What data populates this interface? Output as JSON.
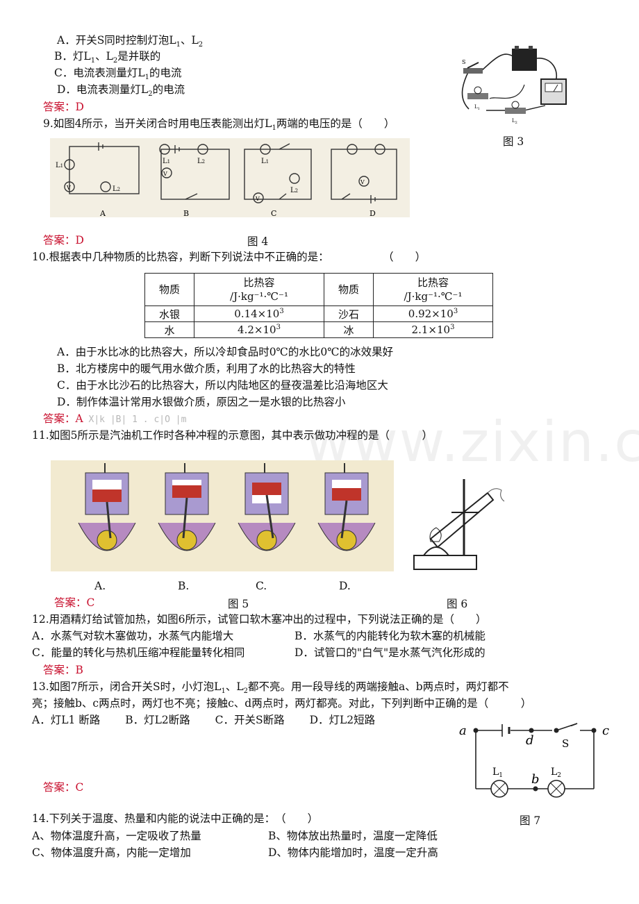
{
  "q8": {
    "a": "A．开关S同时控制灯泡L",
    "a_mid": "、L",
    "b": "B．灯L",
    "b_mid": "、L",
    "b_end": "是并联的",
    "c": "C．电流表测量灯L",
    "c_end": "的电流",
    "d": "D．电流表测量灯L",
    "d_end": "的电流",
    "answer": "答案：D"
  },
  "subs": {
    "one": "1",
    "two": "2"
  },
  "fig3": {
    "caption": "图 3",
    "label_s": "S",
    "label_l1": "L",
    "label_l2": "L"
  },
  "q9": {
    "text": "9.如图4所示，当开关闭合时用电压表能测出灯L",
    "text_end": "两端的电压的是（　　）",
    "labels": [
      "A",
      "B",
      "C",
      "D"
    ],
    "answer": "答案：D",
    "caption": "图 4",
    "l1": "L",
    "l2": "L",
    "v": "V"
  },
  "q10": {
    "text": "10.根据表中几种物质的比热容，判断下列说法中不正确的是：　　　　　　（　　）",
    "table": {
      "h1": "物质",
      "h2a": "比热容",
      "h2b": "/J·kg⁻¹·℃⁻¹",
      "r1": [
        "水银",
        "0.14×10",
        "沙石",
        "0.92×10"
      ],
      "r2": [
        "水",
        "4.2×10",
        "冰",
        "2.1×10"
      ],
      "exp": "3"
    },
    "a": "A．由于水比冰的比热容大，所以冷却食品时0℃的水比0℃的冰效果好",
    "b": "B．北方楼房中的暖气用水做介质，利用了水的比热容大的特性",
    "c": "C．由于水比沙石的比热容大，所以内陆地区的昼夜温差比沿海地区大",
    "d": "D．制作体温计常用水银做介质，原因之一是水银的比热容小",
    "answer": "答案：A",
    "noise": " X|k  |B|  1 . c|O |m"
  },
  "q11": {
    "text": "11.如图5所示是汽油机工作时各种冲程的示意图，其中表示做功冲程的是（　　　）",
    "labels": [
      "A.",
      "B.",
      "C.",
      "D."
    ],
    "answer": "答案：C",
    "caption5": "图 5",
    "caption6": "图 6"
  },
  "q12": {
    "text": "12.用酒精灯给试管加热，如图6所示，试管口软木塞冲出的过程中，下列说法正确的是（　　）",
    "a": "A．水蒸气对软木塞做功，水蒸气内能增大",
    "b": "B．水蒸气的内能转化为软木塞的机械能",
    "c": "C．能量的转化与热机压缩冲程能量转化相同",
    "d": "D．试管口的\"白气\"是水蒸气汽化形成的",
    "answer": "答案：B"
  },
  "q13": {
    "text1": "13.如图7所示，闭合开关S时，小灯泡L",
    "text1b": "、L",
    "text1c": "都不亮。用一段导线的两端接触a、b两点时，两灯都不",
    "text2": "亮；接触b、c两点时，两灯也不亮；接触c、d两点时，两灯都亮。对此，下列判断中正确的是（　　　）",
    "opts": "A．灯L1 断路　　 B．灯L2断路　　 C．开关S断路　　 D．灯L2短路",
    "answer": "答案：C",
    "caption": "图 7",
    "pts": {
      "a": "a",
      "b": "b",
      "c": "c",
      "d": "d",
      "s": "S",
      "l1": "L",
      "l2": "L"
    }
  },
  "q14": {
    "text": "14.下列关于温度、热量和内能的说法中正确的是：　（　　）",
    "a": "A、物体温度升高，一定吸收了热量",
    "b": "B、物体放出热量时，温度一定降低",
    "c": "C、物体温度升高，内能一定增加",
    "d": "D、物体内能增加时，温度一定升高"
  },
  "watermark": "www.zixin.com.cn"
}
